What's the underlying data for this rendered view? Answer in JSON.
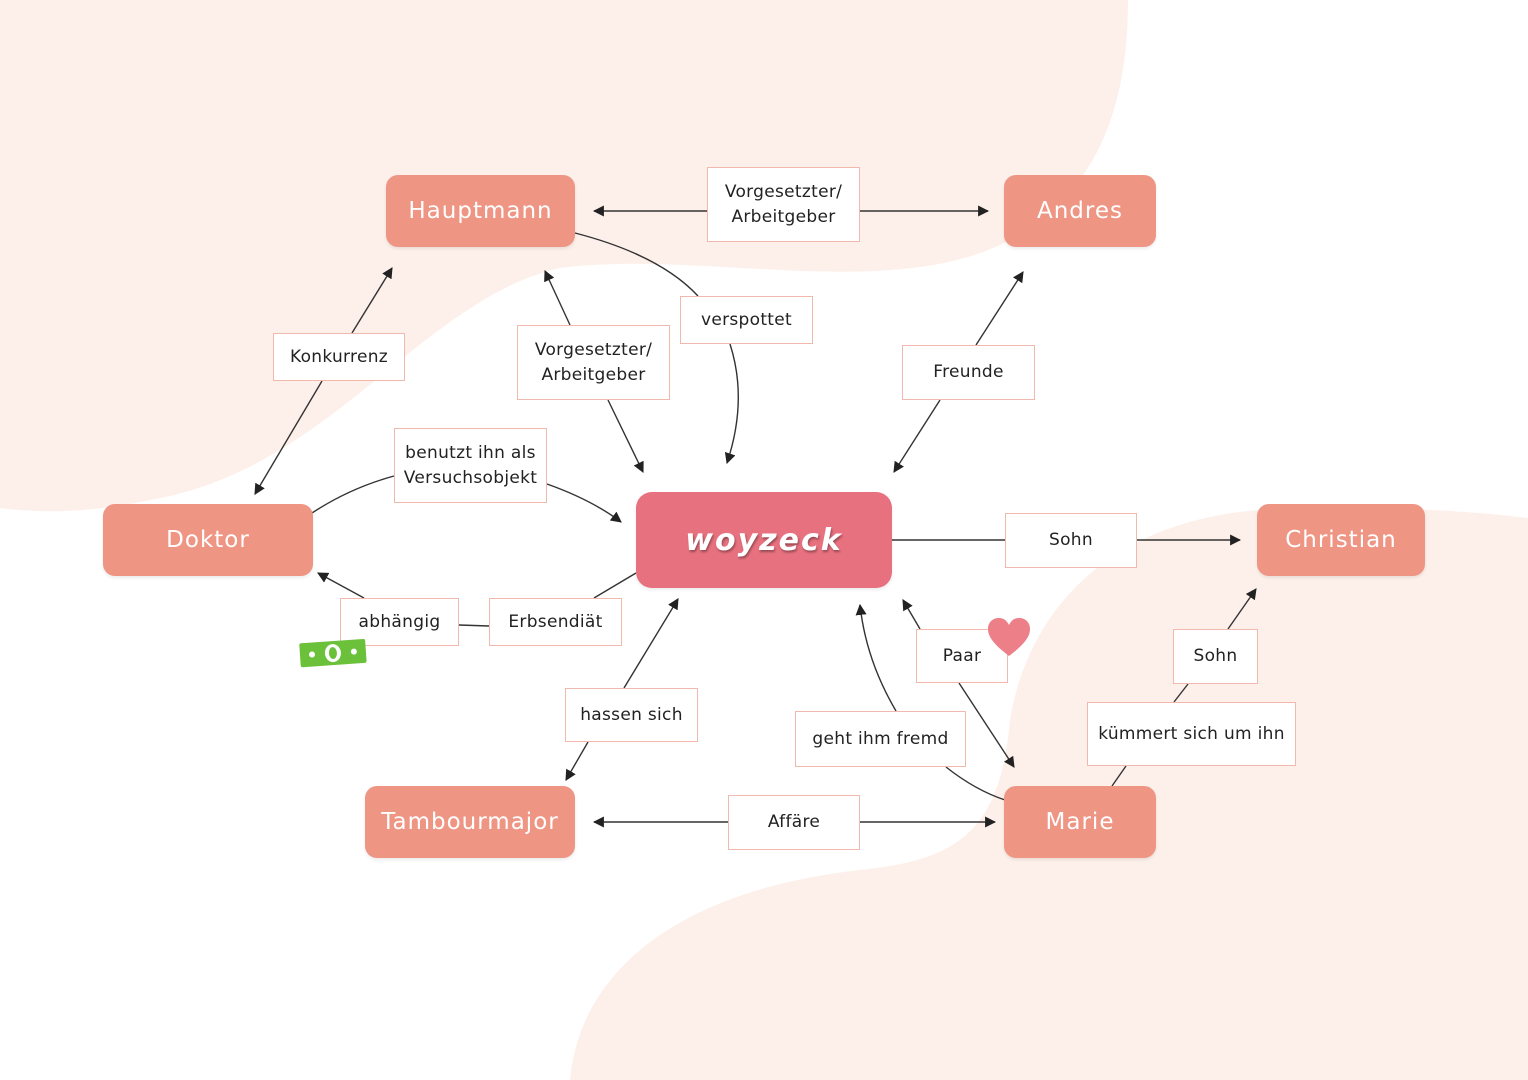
{
  "diagram": {
    "center": {
      "label": "woyzeck"
    },
    "characters": {
      "hauptmann": "Hauptmann",
      "andres": "Andres",
      "doktor": "Doktor",
      "christian": "Christian",
      "tambourmajor": "Tambourmajor",
      "marie": "Marie"
    },
    "relations": {
      "hauptmann_andres": "Vorgesetzter/\nArbeitgeber",
      "hauptmann_doktor": "Konkurrenz",
      "hauptmann_woyzeck_boss": "Vorgesetzter/\nArbeitgeber",
      "hauptmann_mocks": "verspottet",
      "andres_friends": "Freunde",
      "doktor_test_subject": "benutzt ihn als\nVersuchsobjekt",
      "doktor_dependent": "abhängig",
      "pea_diet": "Erbsendiät",
      "woyzeck_son": "Sohn",
      "tambourmajor_hate": "hassen sich",
      "marie_couple": "Paar",
      "marie_cheats": "geht ihm fremd",
      "marie_son": "Sohn",
      "marie_cares": "kümmert sich um ihn",
      "affair": "Affäre"
    },
    "colors": {
      "node": "#ee9584",
      "center": "#e8717f",
      "label_border": "#f1b9ad",
      "background_blob": "#fdf0ea",
      "arrow": "#222222",
      "heart": "#ec7f87",
      "money": "#6cc13a"
    },
    "icons": [
      "heart-icon",
      "money-icon"
    ]
  }
}
